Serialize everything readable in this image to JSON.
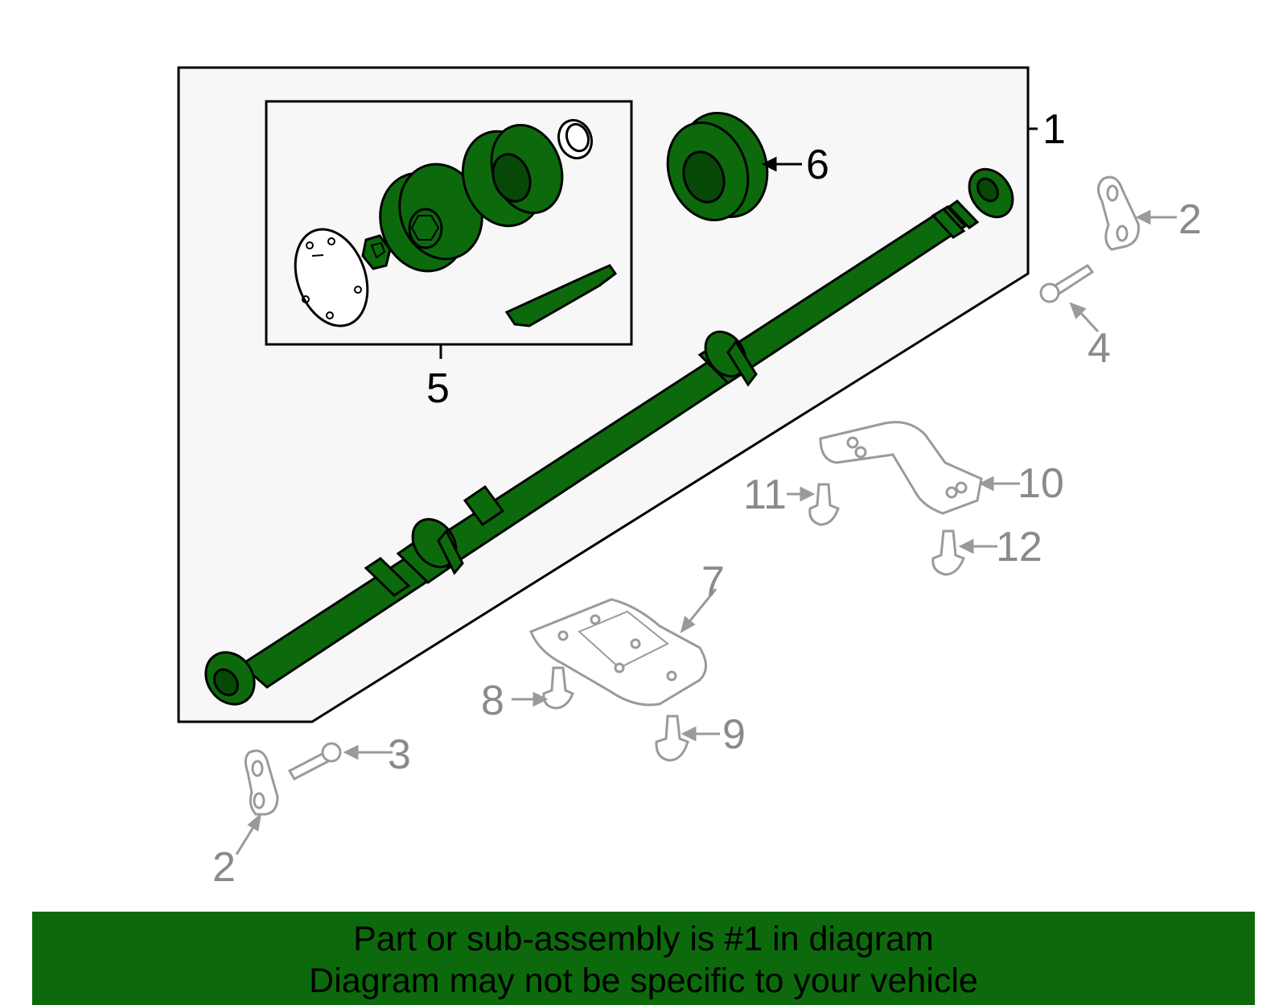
{
  "callouts": {
    "c1": "1",
    "c2_top": "2",
    "c2_bottom": "2",
    "c3": "3",
    "c4": "4",
    "c5": "5",
    "c6": "6",
    "c7": "7",
    "c8": "8",
    "c9": "9",
    "c10": "10",
    "c11": "11",
    "c12": "12"
  },
  "banner": {
    "line1": "Part or sub-assembly is #1 in diagram",
    "line2": "Diagram may not be specific to your vehicle"
  },
  "colors": {
    "highlight_part": "#0c6a0c",
    "banner_background": "#0c6a0c",
    "panel_background": "#f7f7f7",
    "other_parts_outline": "#9a9a9a"
  }
}
